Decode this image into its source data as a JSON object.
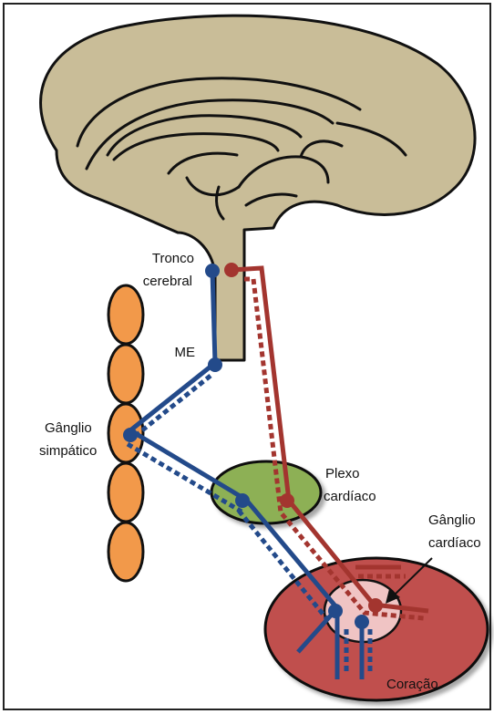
{
  "labels": {
    "tronco_line1": "Tronco",
    "tronco_line2": "cerebral",
    "me": "ME",
    "ganglio_simp_line1": "Gânglio",
    "ganglio_simp_line2": "simpático",
    "plexo_line1": "Plexo",
    "plexo_line2": "cardíaco",
    "ganglio_card_line1": "Gânglio",
    "ganglio_card_line2": "cardíaco",
    "coracao": "Coração"
  },
  "colors": {
    "brain_fill": "#c9bd98",
    "sympathetic": "#234a8a",
    "parasympathetic": "#a3352f",
    "ganglia_chain": "#f2994a",
    "plexus": "#8db054",
    "heart": "#c0504d",
    "cardiac_ganglion": "#f0c4c4"
  },
  "icons": [
    "arrow-icon"
  ]
}
